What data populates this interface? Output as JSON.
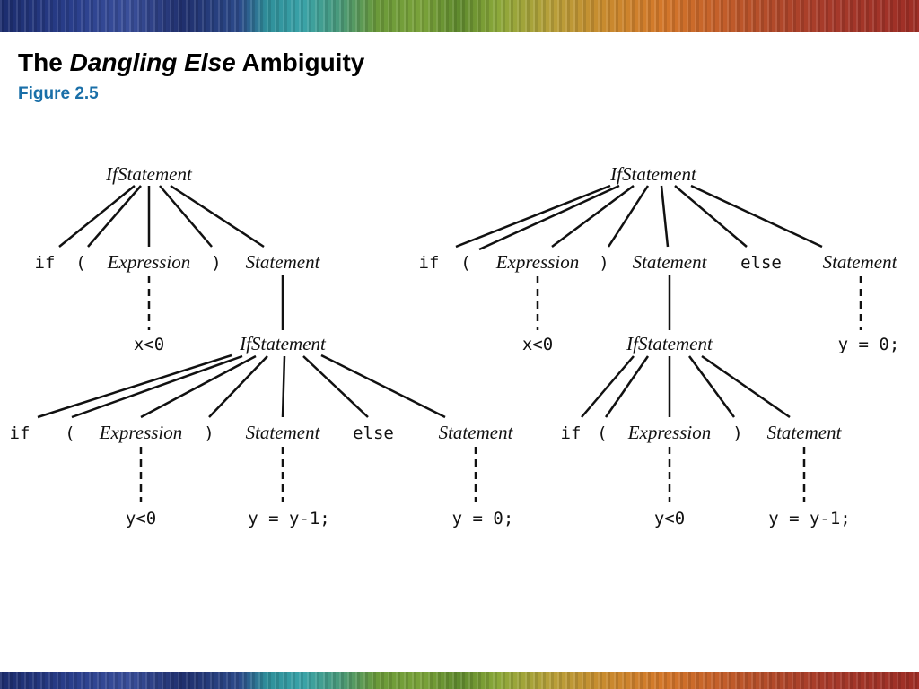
{
  "header": {
    "title_prefix": "The",
    "title_emphasis": "Dangling Else",
    "title_suffix": "Ambiguity",
    "figure_label": "Figure 2.5"
  },
  "left_tree": {
    "root": "IfStatement",
    "if": "if",
    "lparen": "(",
    "expression": "Expression",
    "rparen": ")",
    "statement": "Statement",
    "cond": "x<0",
    "inner_root": "IfStatement",
    "inner_if": "if",
    "inner_lparen": "(",
    "inner_expression": "Expression",
    "inner_rparen": ")",
    "inner_statement": "Statement",
    "inner_else": "else",
    "inner_else_statement": "Statement",
    "inner_cond": "y<0",
    "inner_then": "y = y-1;",
    "inner_else_body": "y = 0;"
  },
  "right_tree": {
    "root": "IfStatement",
    "if": "if",
    "lparen": "(",
    "expression": "Expression",
    "rparen": ")",
    "statement": "Statement",
    "else": "else",
    "else_statement": "Statement",
    "cond": "x<0",
    "else_body": "y = 0;",
    "inner_root": "IfStatement",
    "inner_if": "if",
    "inner_lparen": "(",
    "inner_expression": "Expression",
    "inner_rparen": ")",
    "inner_statement": "Statement",
    "inner_cond": "y<0",
    "inner_then": "y = y-1;"
  }
}
